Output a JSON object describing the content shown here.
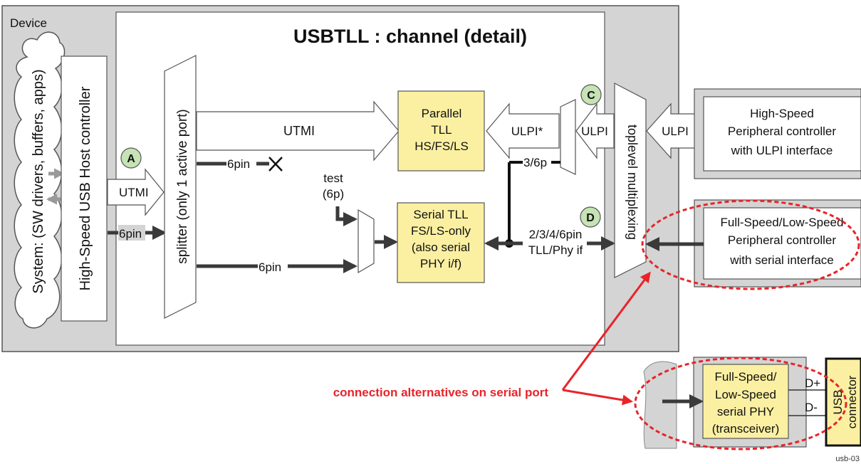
{
  "device": {
    "label": "Device"
  },
  "channel": {
    "title": "USBTLL : channel (detail)"
  },
  "system": {
    "label": "System: (SW drivers, buffers, apps)"
  },
  "host_controller": {
    "label": "High-Speed USB Host controller"
  },
  "splitter": {
    "label": "splitter (only 1 active port)"
  },
  "toplevel_mux": {
    "label": "toplevel multiplexing"
  },
  "parallel_tll": {
    "lines": [
      "Parallel",
      "TLL",
      "HS/FS/LS"
    ]
  },
  "serial_tll": {
    "lines": [
      "Serial TLL",
      "FS/LS-only",
      "(also serial",
      "PHY i/f)"
    ]
  },
  "hs_peripheral": {
    "lines": [
      "High-Speed",
      "Peripheral controller",
      "with ULPI interface"
    ]
  },
  "fs_peripheral": {
    "lines": [
      "Full-Speed/Low-Speed",
      "Peripheral controller",
      "with serial interface"
    ]
  },
  "phy": {
    "lines": [
      "Full-Speed/",
      "Low-Speed",
      "serial PHY",
      "(transceiver)"
    ]
  },
  "usb_connector": {
    "lines": [
      "USB",
      "connector"
    ]
  },
  "signals": {
    "utmi_host": "UTMI",
    "pin6_host": "6pin",
    "utmi_parallel": "UTMI",
    "pin6_x": "6pin",
    "pin6_serial": "6pin",
    "test_lines": [
      "test",
      "(6p)"
    ],
    "ulpi_star": "ULPI*",
    "ulpi_mux": "ULPI",
    "ulpi_ext": "ULPI",
    "p36": "3/6p",
    "serial_if_lines": [
      "2/3/4/6pin",
      "TLL/Phy if"
    ],
    "dplus": "D+",
    "dminus": "D-"
  },
  "markers": {
    "a": "A",
    "c": "C",
    "d": "D"
  },
  "annotation": "connection alternatives on serial port",
  "footer": "usb-03",
  "colors": {
    "yellow": "#fbf0a2",
    "green_marker": "#c5e3b4",
    "red": "#e8242a",
    "gray_bg": "#d4d4d4",
    "arrow_dark": "#3a3a3a"
  }
}
